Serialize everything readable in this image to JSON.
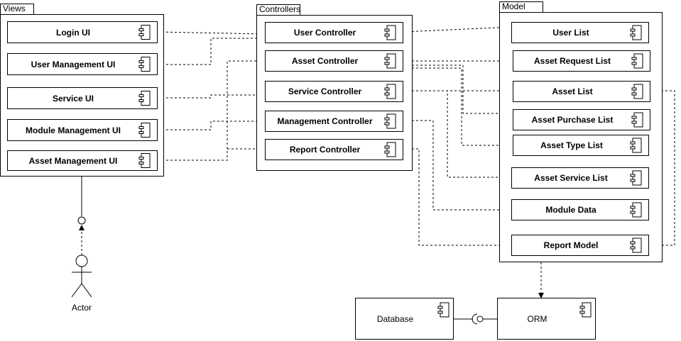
{
  "packages": {
    "views": "Views",
    "controllers": "Controllers",
    "model": "Model"
  },
  "views": [
    "Login UI",
    "User Management UI",
    "Service UI",
    "Module Management UI",
    "Asset Management UI"
  ],
  "controllers": [
    "User Controller",
    "Asset Controller",
    "Service Controller",
    "Management Controller",
    "Report Controller"
  ],
  "model": [
    "User List",
    "Asset Request List",
    "Asset List",
    "Asset Purchase List",
    "Asset Type List",
    "Asset Service List",
    "Module Data",
    "Report Model"
  ],
  "persistence": {
    "database": "Database",
    "orm": "ORM"
  },
  "actor": "Actor",
  "icons": {
    "component": "component-icon",
    "actor": "stick-figure-icon"
  }
}
